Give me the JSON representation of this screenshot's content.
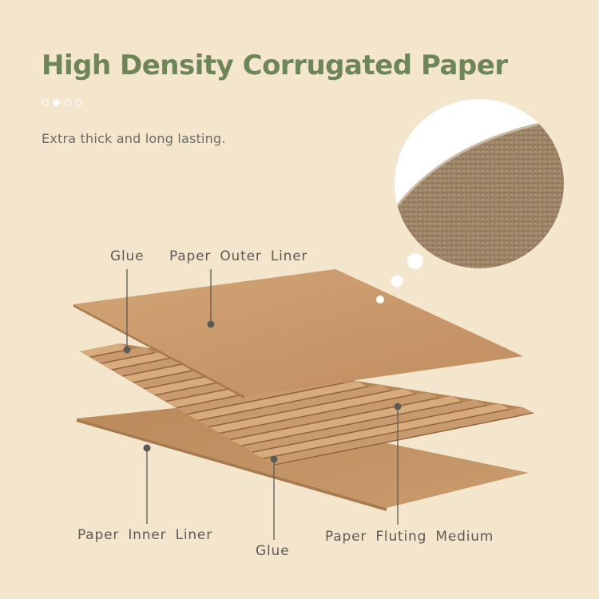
{
  "header": {
    "title": "High Density Corrugated Paper",
    "subtitle": "Extra thick and long lasting.",
    "pagination": {
      "count": 4,
      "active_index": 1
    }
  },
  "diagram": {
    "labels": {
      "glue_top": "Glue",
      "outer_liner": "Paper Outer Liner",
      "inner_liner": "Paper Inner Liner",
      "glue_bottom": "Glue",
      "fluting_medium": "Paper Fluting Medium"
    }
  },
  "colors": {
    "background": "#f3e6cd",
    "title": "#6e8557",
    "liner": "#c9996c",
    "flute": "#c89a6d",
    "callout": "#5d5a55"
  }
}
